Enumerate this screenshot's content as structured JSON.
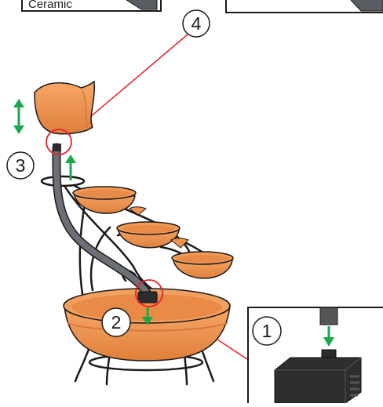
{
  "labels": {
    "top_box_text": "Ceramic",
    "step1": "1",
    "step2": "2",
    "step3": "3",
    "step4": "4"
  },
  "colors": {
    "terracotta": "#f0944e",
    "terracotta_dark": "#d9773a",
    "callout_line": "#e8202a",
    "arrow_green": "#1aa84b",
    "outline": "#1a1a1a",
    "hose": "#5a5c63",
    "pump_body": "#2b2b2b"
  }
}
